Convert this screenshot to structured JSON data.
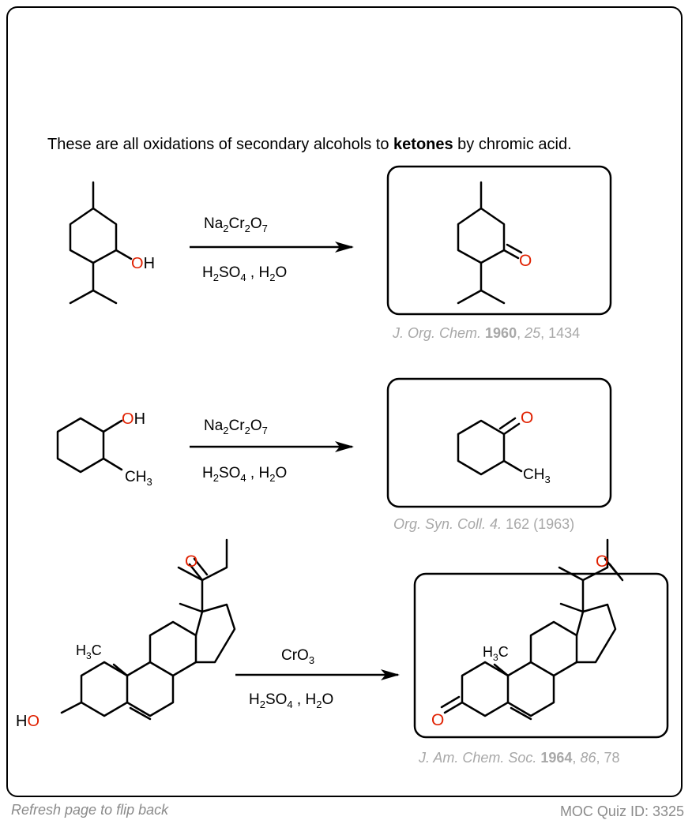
{
  "intro": {
    "before": "These are all oxidations of secondary alcohols to ",
    "bold": "ketones",
    "after": " by chromic acid."
  },
  "reactions": [
    {
      "reagent_top": {
        "a": "Na",
        "a_sub": "2",
        "b": "Cr",
        "b_sub": "2",
        "c": "O",
        "c_sub": "7"
      },
      "reagent_bottom": {
        "a": "H",
        "a_sub": "2",
        "b": "SO",
        "b_sub": "4",
        "c": " , H",
        "c_sub": "2",
        "d": "O"
      },
      "start_label": {
        "o": "O",
        "h": "H"
      },
      "product_label": {
        "o": "O"
      },
      "citation": {
        "journal": "J. Org. Chem. ",
        "year": "1960",
        "sep1": ", ",
        "volume": "25",
        "sep2": ", ",
        "page": "1434"
      }
    },
    {
      "reagent_top": {
        "a": "Na",
        "a_sub": "2",
        "b": "Cr",
        "b_sub": "2",
        "c": "O",
        "c_sub": "7"
      },
      "reagent_bottom": {
        "a": "H",
        "a_sub": "2",
        "b": "SO",
        "b_sub": "4",
        "c": " , H",
        "c_sub": "2",
        "d": "O"
      },
      "start_label": {
        "o": "O",
        "h": "H",
        "ch": "CH",
        "ch_sub": "3"
      },
      "product_label": {
        "o": "O",
        "ch": "CH",
        "ch_sub": "3"
      },
      "citation": {
        "journal": "Org. Syn. Coll. 4.",
        "rest": " 162 (1963)"
      }
    },
    {
      "reagent_top": {
        "a": "CrO",
        "a_sub": "3"
      },
      "reagent_bottom": {
        "a": "H",
        "a_sub": "2",
        "b": "SO",
        "b_sub": "4",
        "c": " , H",
        "c_sub": "2",
        "d": "O"
      },
      "start_label": {
        "o_top": "O",
        "h3c_a": "H",
        "h3c_sub": "3",
        "h3c_b": "C",
        "ho_h": "H",
        "ho_o": "O"
      },
      "product_label": {
        "o_top": "O",
        "h3c_a": "H",
        "h3c_sub": "3",
        "h3c_b": "C",
        "o_bottom": "O"
      },
      "citation": {
        "journal": "J. Am. Chem. Soc. ",
        "year": "1964",
        "sep1": ", ",
        "volume": "86",
        "sep2": ", ",
        "page": "78"
      }
    }
  ],
  "footer": {
    "left": "Refresh page to flip back",
    "right_label": "MOC Quiz ID: ",
    "right_id": "3325"
  },
  "colors": {
    "oxygen": "#e02000",
    "citation": "#a8a8a8",
    "footer": "#8a8a8a"
  }
}
